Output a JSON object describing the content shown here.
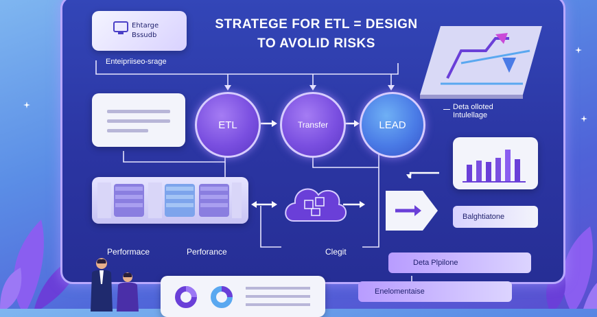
{
  "title": {
    "line1": "STRATEGE FOR ETL = DESIGN",
    "line2": "TO AVOLID RISKS"
  },
  "top_card": {
    "line1": "Ehtarge",
    "line2": "Bssudb",
    "caption": "Enteipriiseo-srage"
  },
  "nodes": [
    {
      "label": "ETL"
    },
    {
      "label": "Transfer"
    },
    {
      "label": "LEAD"
    }
  ],
  "right_caption": {
    "line1": "Deta olloted",
    "line2": "Intulellage"
  },
  "bottom_labels": {
    "perf1": "Performace",
    "perf2": "Perforance",
    "cloud": "Clegit"
  },
  "pills": {
    "right_pill": "Balghtiatone",
    "pipeline": "Deta Plpilone",
    "env": "Enelomentaise"
  },
  "colors": {
    "accent": "#7a4fe0",
    "panel": "#2b35a2",
    "card": "#f3f4fb"
  }
}
